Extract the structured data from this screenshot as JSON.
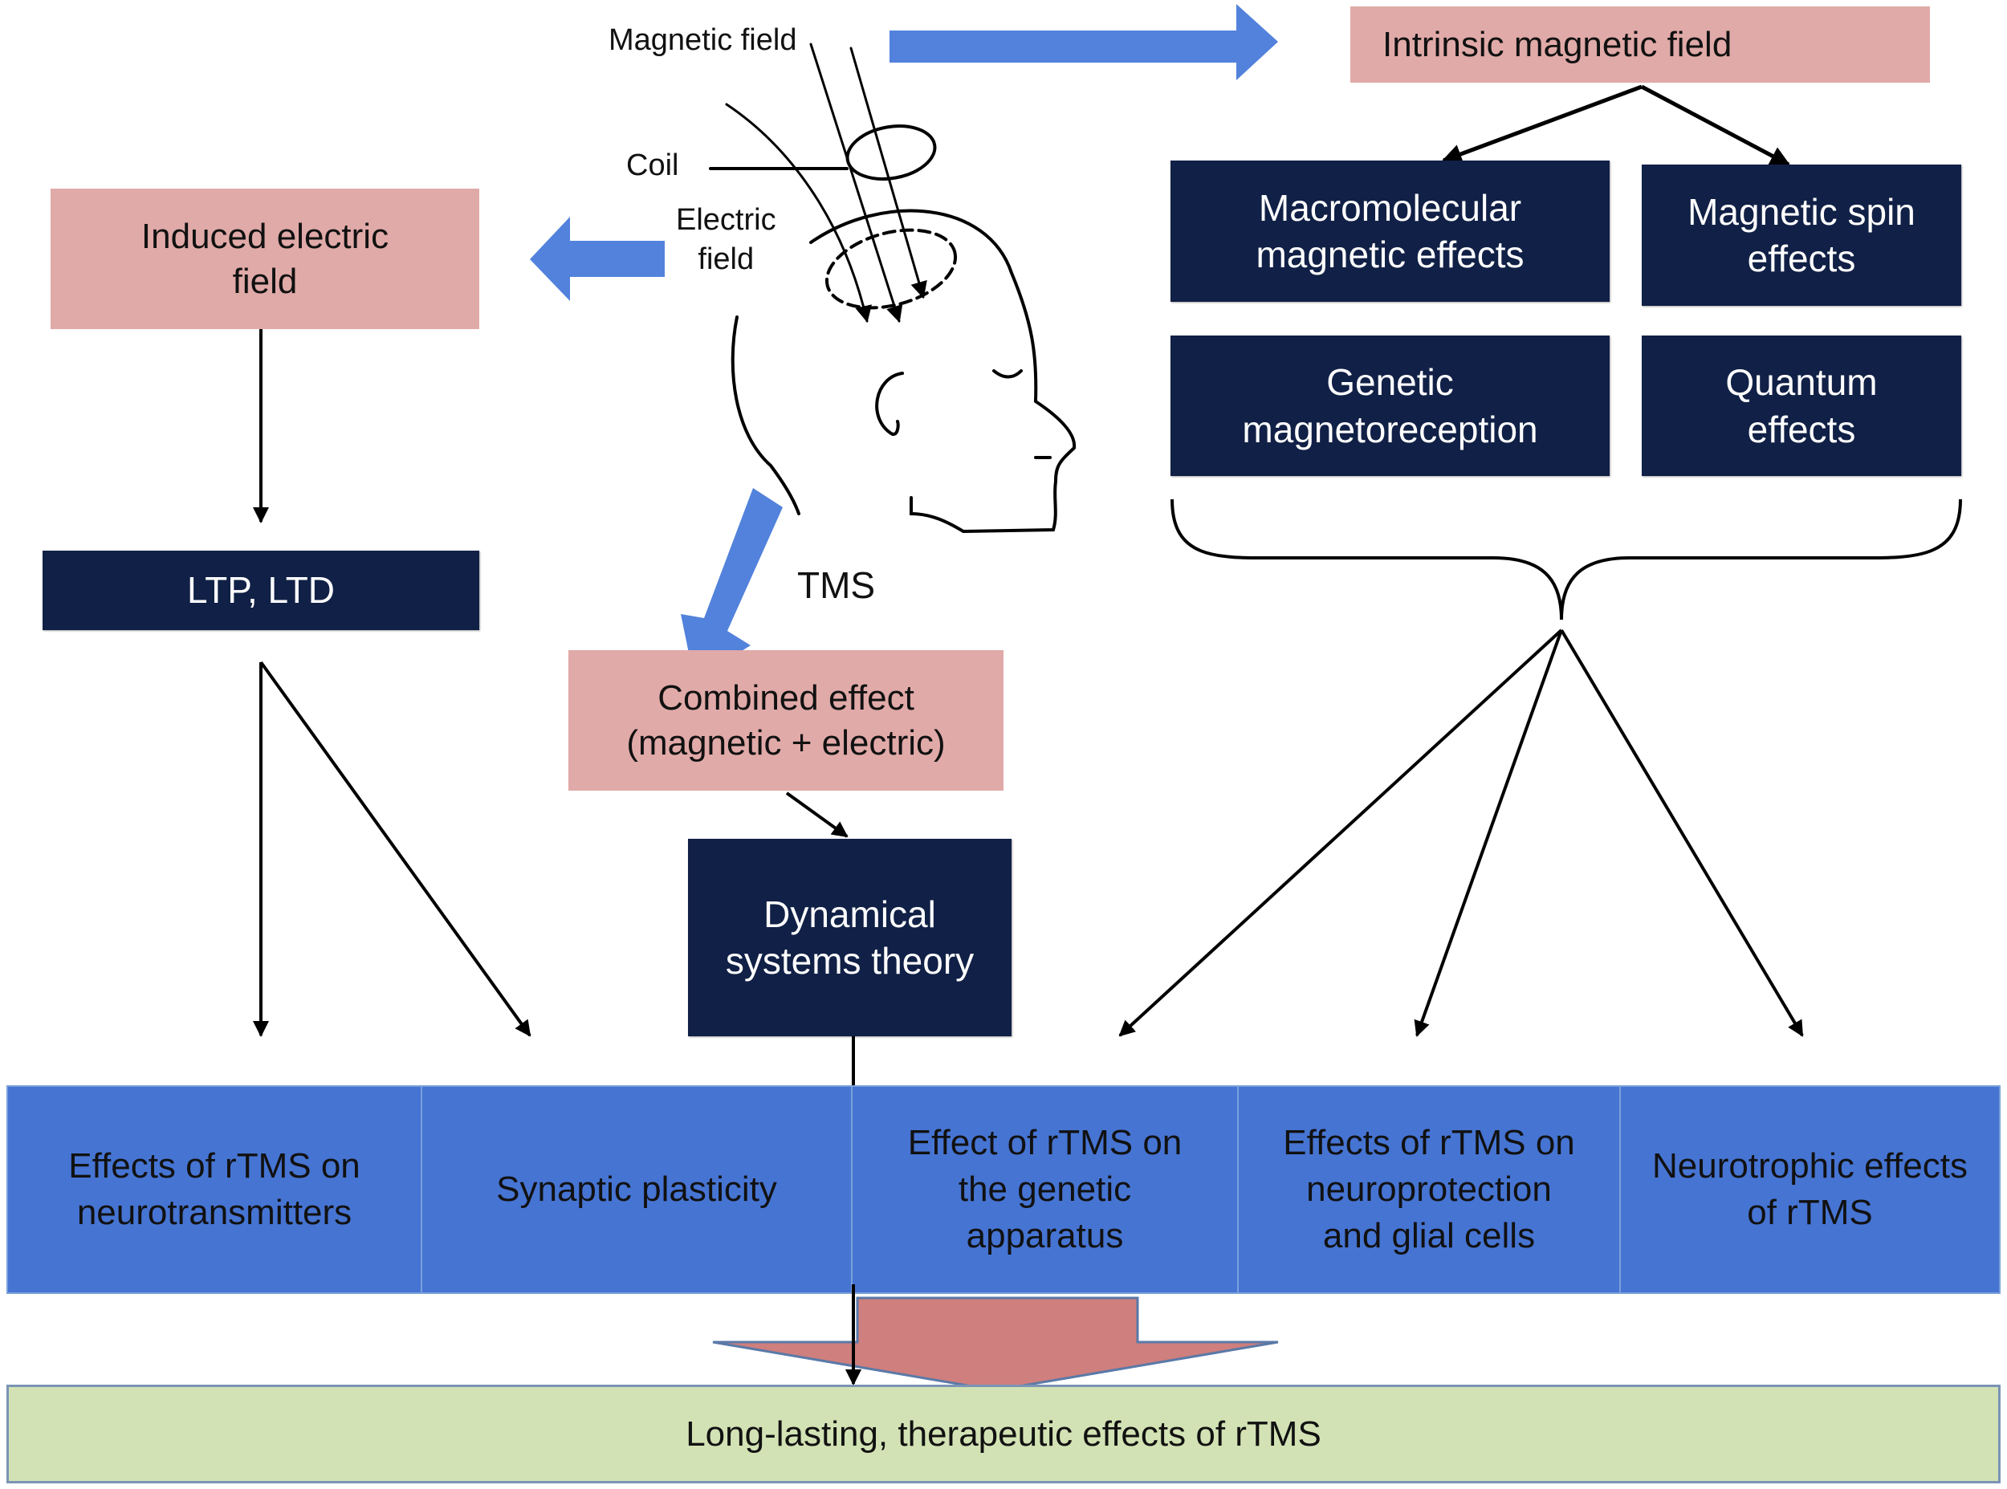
{
  "figure": {
    "labels": {
      "magnetic_field": "Magnetic field",
      "coil": "Coil",
      "electric_field_line1": "Electric",
      "electric_field_line2": "field",
      "tms": "TMS"
    },
    "colors": {
      "pink_box": "#e0aaa8",
      "navy_box": "#112046",
      "blue_arrow": "#5282dc",
      "blue_band": "#4674d2",
      "green_band": "#d2e2b4",
      "red_arrow": "#cf7f7d"
    },
    "boxes": {
      "intrinsic_magnetic_field": "Intrinsic magnetic field",
      "induced_electric_field": [
        "Induced electric",
        "field"
      ],
      "ltp_ltd": "LTP, LTD",
      "combined_effect": [
        "Combined effect",
        "(magnetic + electric)"
      ],
      "dynamical_systems_theory": [
        "Dynamical",
        "systems theory"
      ],
      "macromolecular": [
        "Macromolecular",
        "magnetic effects"
      ],
      "magnetic_spin": [
        "Magnetic spin",
        "effects"
      ],
      "genetic_magnetoreception": [
        "Genetic",
        "magnetoreception"
      ],
      "quantum_effects": [
        "Quantum",
        "effects"
      ]
    },
    "effects_band": [
      [
        "Effects of rTMS on",
        "neurotransmitters"
      ],
      [
        "Synaptic plasticity"
      ],
      [
        "Effect of rTMS on",
        "the genetic",
        "apparatus"
      ],
      [
        "Effects of rTMS on",
        "neuroprotection",
        "and glial cells"
      ],
      [
        "Neurotrophic effects",
        "of rTMS"
      ]
    ],
    "outcome": "Long-lasting, therapeutic effects of rTMS"
  }
}
